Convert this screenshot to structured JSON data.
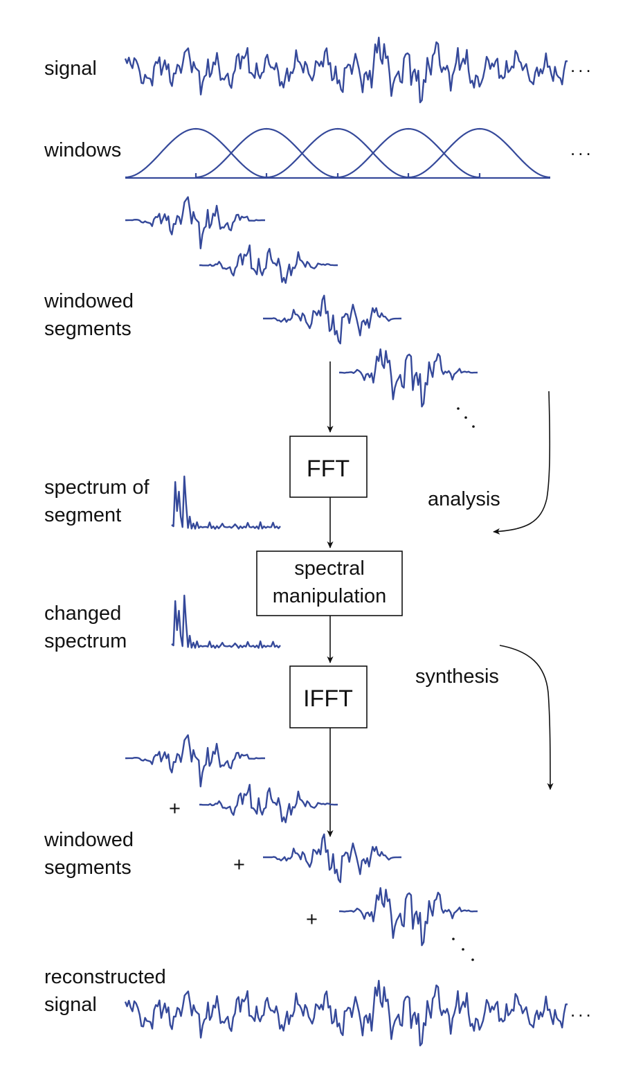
{
  "labels": {
    "signal": "signal",
    "windows": "windows",
    "windowed_segments_1": "windowed",
    "windowed_segments_2": "segments",
    "spectrum_1": "spectrum of",
    "spectrum_2": "segment",
    "changed_1": "changed",
    "changed_2": "spectrum",
    "windowed_out_1": "windowed",
    "windowed_out_2": "segments",
    "reconstructed_1": "reconstructed",
    "reconstructed_2": "signal"
  },
  "boxes": {
    "fft": "FFT",
    "spectral_1": "spectral",
    "spectral_2": "manipulation",
    "ifft": "IFFT"
  },
  "side": {
    "analysis": "analysis",
    "synthesis": "synthesis"
  },
  "symbols": {
    "ellipsis": "...",
    "plus": "+"
  },
  "colors": {
    "waveform": "#35499a",
    "ink": "#111111"
  }
}
